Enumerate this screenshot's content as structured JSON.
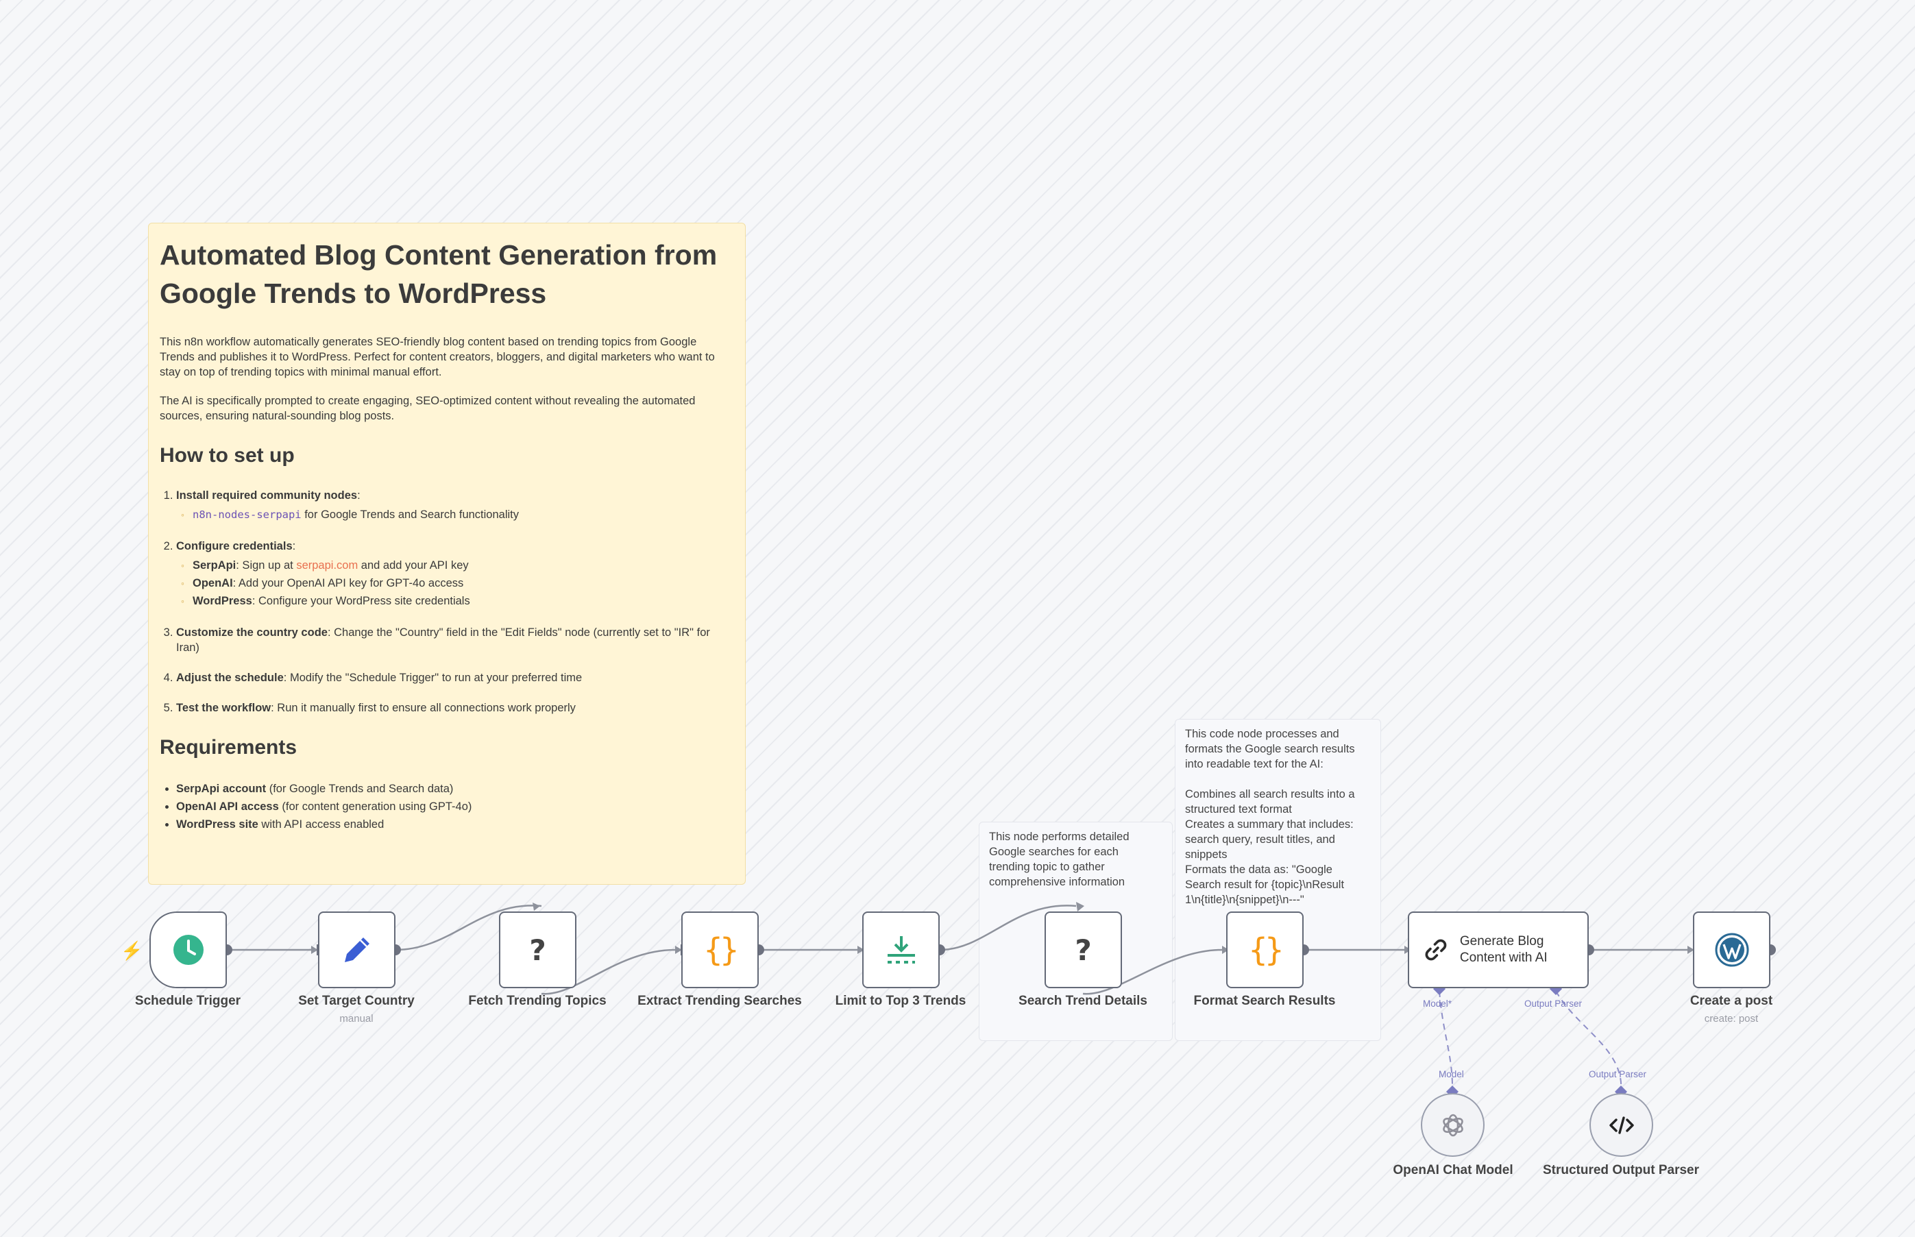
{
  "workflow": {
    "sticky_main": {
      "title": "Automated Blog Content Generation from Google Trends to WordPress",
      "intro": "This n8n workflow automatically generates SEO-friendly blog content based on trending topics from Google Trends and publishes it to WordPress. Perfect for content creators, bloggers, and digital marketers who want to stay on top of trending topics with minimal manual effort.",
      "intro2": "The AI is specifically prompted to create engaging, SEO-optimized content without revealing the automated sources, ensuring natural-sounding blog posts.",
      "setup_heading": "How to set up",
      "step1_bold": "Install required community nodes",
      "step1_rest": ":",
      "step1_code": "n8n-nodes-serpapi",
      "step1_code_rest": " for Google Trends and Search functionality",
      "step2_bold": "Configure credentials",
      "step2_rest": ":",
      "step2_a_bold": "SerpApi",
      "step2_a_pre": ": Sign up at ",
      "step2_a_link": "serpapi.com",
      "step2_a_post": " and add your API key",
      "step2_b_bold": "OpenAI",
      "step2_b_rest": ": Add your OpenAI API key for GPT-4o access",
      "step2_c_bold": "WordPress",
      "step2_c_rest": ": Configure your WordPress site credentials",
      "step3_bold": "Customize the country code",
      "step3_rest": ": Change the \"Country\" field in the \"Edit Fields\" node (currently set to \"IR\" for Iran)",
      "step4_bold": "Adjust the schedule",
      "step4_rest": ": Modify the \"Schedule Trigger\" to run at your preferred time",
      "step5_bold": "Test the workflow",
      "step5_rest": ": Run it manually first to ensure all connections work properly",
      "req_heading": "Requirements",
      "req1_bold": "SerpApi account",
      "req1_rest": " (for Google Trends and Search data)",
      "req2_bold": "OpenAI API access",
      "req2_rest": " (for content generation using GPT-4o)",
      "req3_bold": "WordPress site",
      "req3_rest": " with API access enabled"
    },
    "sticky_search": {
      "text": "This node performs detailed Google searches for each trending topic to gather comprehensive information"
    },
    "sticky_format": {
      "line1": "This code node processes and formats the Google search results into readable text for the AI:",
      "line2": "Combines all search results into a structured text format",
      "line3": "Creates a summary that includes: search query, result titles, and snippets",
      "line4": "Formats the data as: \"Google Search result for {topic}\\nResult 1\\n{title}\\n{snippet}\\n---\""
    },
    "nodes": {
      "schedule_trigger": {
        "label": "Schedule Trigger",
        "icon": "clock-icon"
      },
      "set_target_country": {
        "label": "Set Target Country",
        "sub": "manual",
        "icon": "pencil-icon"
      },
      "fetch_trending_topics": {
        "label": "Fetch Trending Topics",
        "icon": "question-icon"
      },
      "extract_trending_searches": {
        "label": "Extract Trending Searches",
        "icon": "braces-icon"
      },
      "limit_top3": {
        "label": "Limit to Top 3 Trends",
        "icon": "limit-icon"
      },
      "search_trend_details": {
        "label": "Search Trend Details",
        "icon": "question-icon"
      },
      "format_search_results": {
        "label": "Format Search Results",
        "icon": "braces-icon"
      },
      "generate_blog": {
        "label": "Generate Blog Content with AI",
        "icon": "link-icon"
      },
      "create_post": {
        "label": "Create a post",
        "sub": "create: post",
        "icon": "wordpress-icon"
      },
      "openai_chat": {
        "label": "OpenAI Chat Model",
        "icon": "openai-icon"
      },
      "structured_parser": {
        "label": "Structured Output Parser",
        "icon": "code-icon"
      }
    },
    "ports": {
      "model_out": "Model*",
      "parser_out": "Output Parser",
      "model_in": "Model",
      "parser_in": "Output Parser"
    },
    "colors": {
      "node_border": "#646a78",
      "sticky_yellow": "#fff5d6",
      "port_purple": "#7a7cc0",
      "trigger_bolt": "#ff6b4a",
      "schedule_green": "#35b58e",
      "pencil_blue": "#3b5ed4",
      "braces_orange": "#f59a17",
      "limit_green": "#2fa37a",
      "wordpress_blue": "#2a6a95"
    }
  }
}
